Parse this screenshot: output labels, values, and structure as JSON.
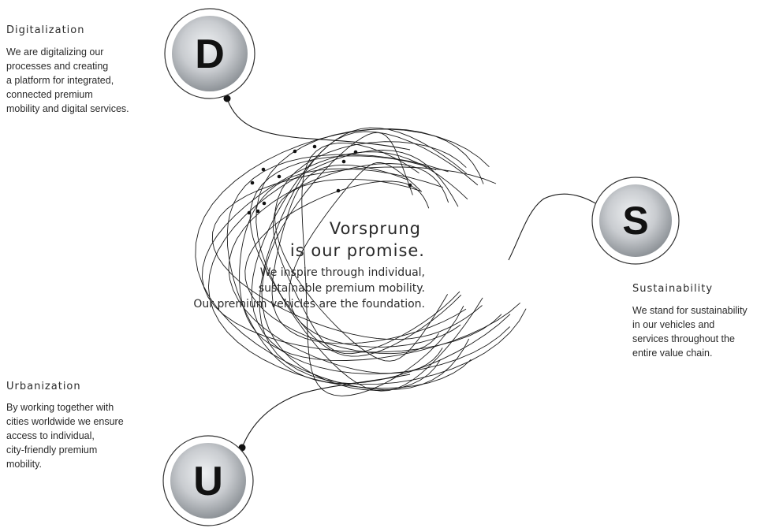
{
  "pillars": {
    "digitalization": {
      "letter": "D",
      "title": "Digitalization",
      "description": "We are digitalizing our\nprocesses and creating\na platform for integrated,\nconnected premium\nmobility and digital services."
    },
    "sustainability": {
      "letter": "S",
      "title": "Sustainability",
      "description": "We stand for sustainability\nin our vehicles and\nservices throughout the\nentire value chain."
    },
    "urbanization": {
      "letter": "U",
      "title": "Urbanization",
      "description": "By working together with\ncities worldwide we ensure\naccess to individual,\ncity-friendly premium\nmobility."
    }
  },
  "promise": {
    "headline_line1": "Vorsprung",
    "headline_line2": "is our promise.",
    "body_line1": "We inspire through individual,",
    "body_line2": "sustainable premium mobility.",
    "body_line3": "Our premium vehicles are the foundation."
  },
  "colors": {
    "line": "#1a1a1a",
    "text": "#2a2a2a",
    "circle_fill": "#c9ccd0"
  }
}
